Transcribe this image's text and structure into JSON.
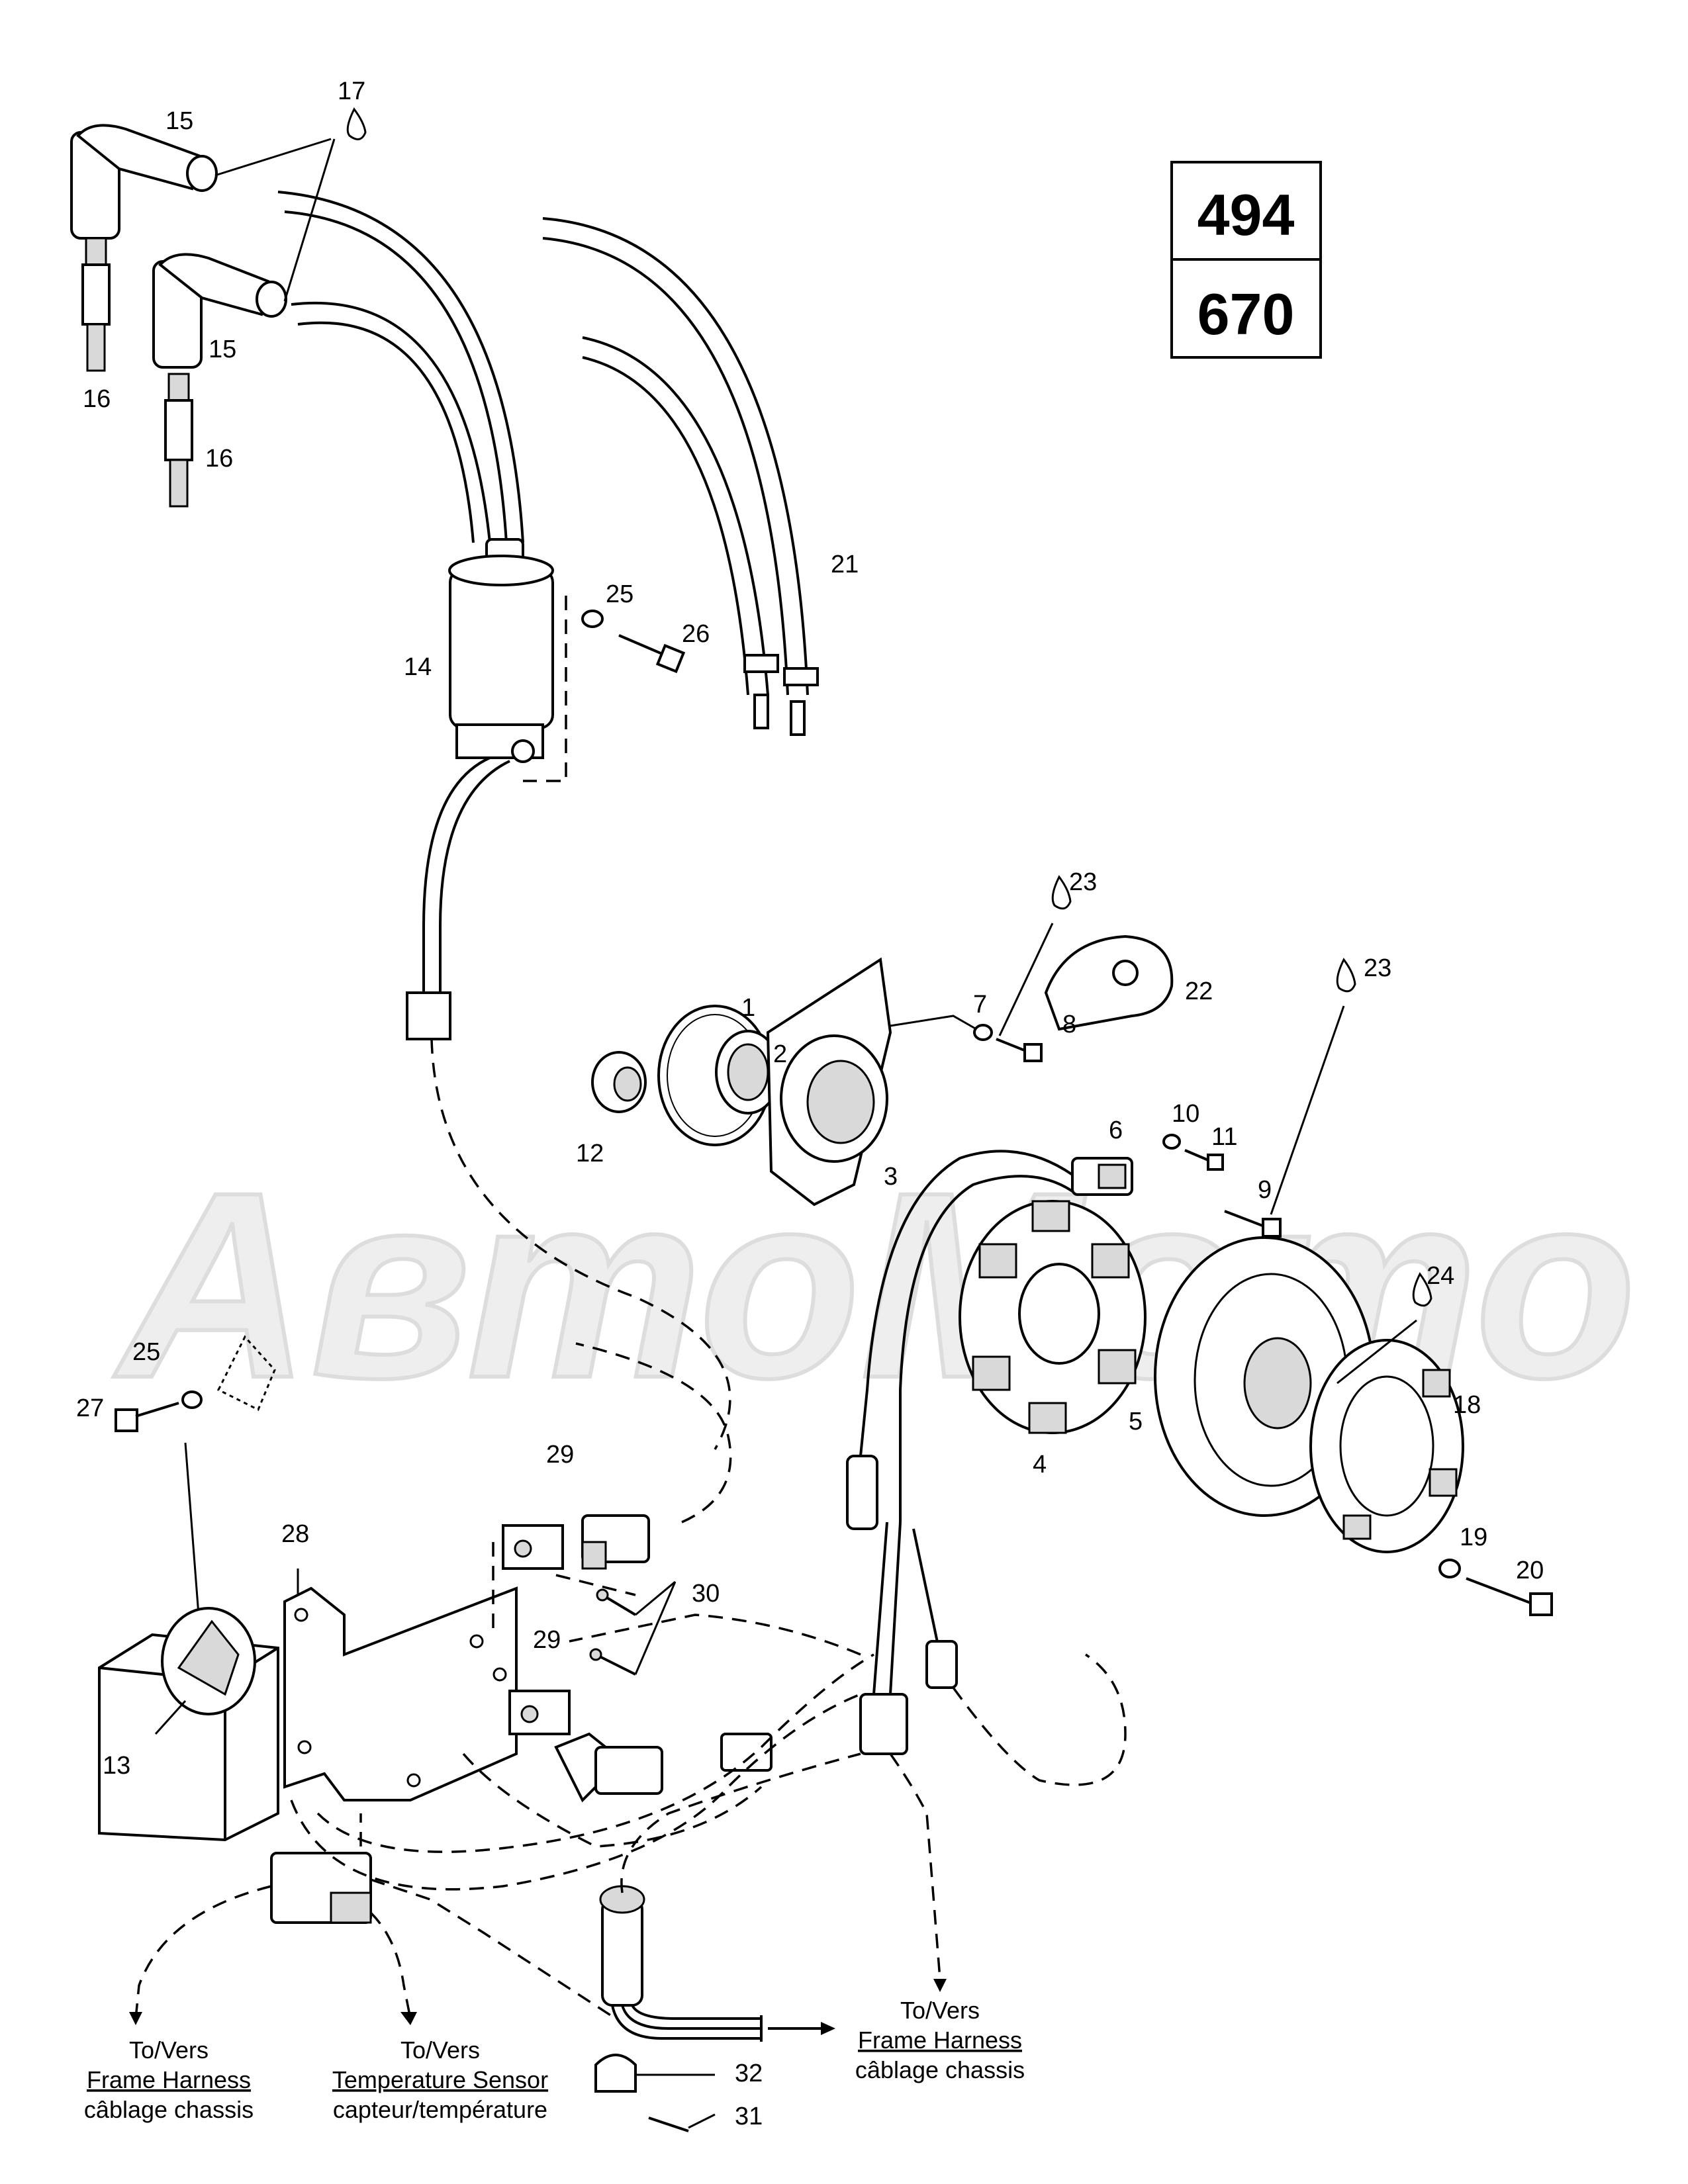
{
  "model_box": {
    "top": "494",
    "bottom": "670"
  },
  "watermark": "АвтоМото",
  "callouts": {
    "c1": "1",
    "c2": "2",
    "c3": "3",
    "c4": "4",
    "c5": "5",
    "c6": "6",
    "c7": "7",
    "c8": "8",
    "c9": "9",
    "c10": "10",
    "c11": "11",
    "c12": "12",
    "c13": "13",
    "c14": "14",
    "c15a": "15",
    "c15b": "15",
    "c16a": "16",
    "c16b": "16",
    "c17": "17",
    "c18": "18",
    "c19": "19",
    "c20": "20",
    "c21": "21",
    "c22": "22",
    "c23a": "23",
    "c23b": "23",
    "c24": "24",
    "c25a": "25",
    "c25b": "25",
    "c26": "26",
    "c27": "27",
    "c28": "28",
    "c29a": "29",
    "c29b": "29",
    "c30": "30",
    "c31": "31",
    "c32": "32"
  },
  "destinations": {
    "left": {
      "l1": "To/Vers",
      "l2": "Frame Harness",
      "l3": "câblage chassis"
    },
    "middle": {
      "l1": "To/Vers",
      "l2": "Temperature Sensor",
      "l3": "capteur/température"
    },
    "right": {
      "l1": "To/Vers",
      "l2": "Frame Harness",
      "l3": "câblage chassis"
    }
  }
}
